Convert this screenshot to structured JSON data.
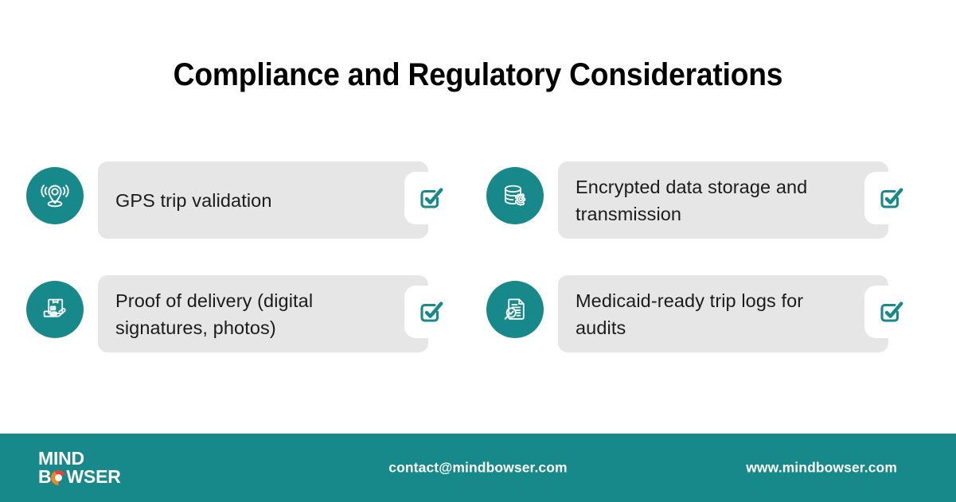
{
  "slide": {
    "title": "Compliance and Regulatory Considerations",
    "background_color": "#FFFFFF",
    "accent_color": "#17898A",
    "card_color": "#E6E6E6",
    "text_color": "#1B1B1B"
  },
  "cards": [
    {
      "label": "GPS trip validation",
      "icon": "gps-location-pin-icon",
      "status_icon": "checked-checkbox-icon"
    },
    {
      "label": "Encrypted data storage and transmission",
      "icon": "database-gear-icon",
      "status_icon": "checked-checkbox-icon"
    },
    {
      "label": "Proof of delivery (digital signatures, photos)",
      "icon": "package-on-hand-icon",
      "status_icon": "checked-checkbox-icon"
    },
    {
      "label": "Medicaid-ready trip logs for audits",
      "icon": "document-magnifier-check-icon",
      "status_icon": "checked-checkbox-icon"
    }
  ],
  "footer": {
    "background_color": "#17898A",
    "logo_line1": "MIND",
    "logo_line2_before": "B",
    "logo_line2_after": "WSER",
    "logo_mark": "mindbowser-swirl-icon",
    "email": "contact@mindbowser.com",
    "website": "www.mindbowser.com"
  }
}
